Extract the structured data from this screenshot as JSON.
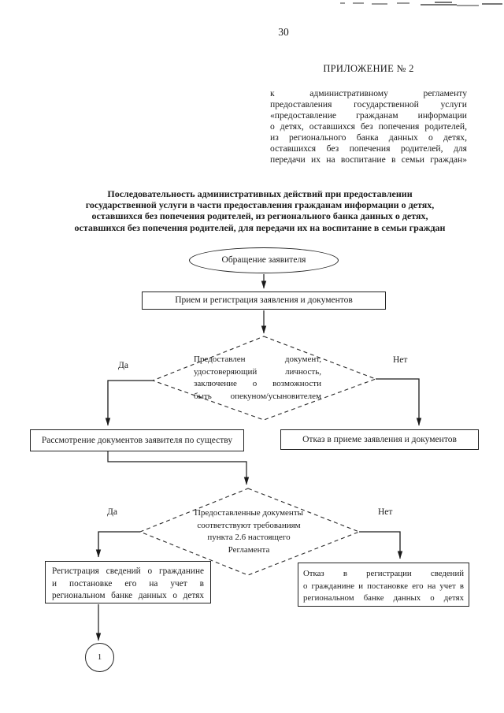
{
  "page": {
    "number": "30",
    "appendix_heading": "ПРИЛОЖЕНИЕ № 2",
    "appendix_paragraph_lines": [
      "к административному регламенту",
      "предоставления государственной услуги",
      "«предоставление гражданам информации",
      "о детях, оставшихся без попечения родителей,",
      "из регионального банка данных о детях,",
      "оставшихся без попечения родителей, для",
      "передачи их на воспитание в семьи граждан»"
    ],
    "title_lines": [
      "Последовательность административных действий при предоставлении",
      "государственной услуги в части предоставления гражданам информации о детях,",
      "оставшихся без попечения родителей, из регионального банка данных о детях,",
      "оставшихся без попечения родителей, для передачи их на воспитание в семьи граждан"
    ]
  },
  "flowchart": {
    "nodes": {
      "start_oval": "Обращение заявителя",
      "reception_rect": "Прием и регистрация заявления и документов",
      "decision1_lines": [
        "Предоставлен документ,",
        "удостоверяющий личность,",
        "заключение о возможности",
        "быть опекуном/усыновителем"
      ],
      "review_rect": "Рассмотрение документов заявителя по существу",
      "refusal_accept_rect": "Отказ в приеме заявления и документов",
      "decision2_lines": [
        "Предоставленные документы",
        "соответствуют требованиям",
        "пункта 2.6 настоящего",
        "Регламента"
      ],
      "registration_rect_lines": [
        "Регистрация сведений о гражданине",
        "и постановке его на учет в",
        "региональном банке данных о детях"
      ],
      "refusal_registration_rect_lines": [
        "Отказ в регистрации сведений",
        "о гражданине и постановке его на учет в",
        "региональном банке данных о детях"
      ],
      "connector_circle": "1"
    },
    "labels": {
      "yes1": "Да",
      "no1": "Нет",
      "yes2": "Да",
      "no2": "Нет"
    }
  },
  "colors": {
    "ink": "#1a1a1a",
    "paper": "#ffffff"
  }
}
